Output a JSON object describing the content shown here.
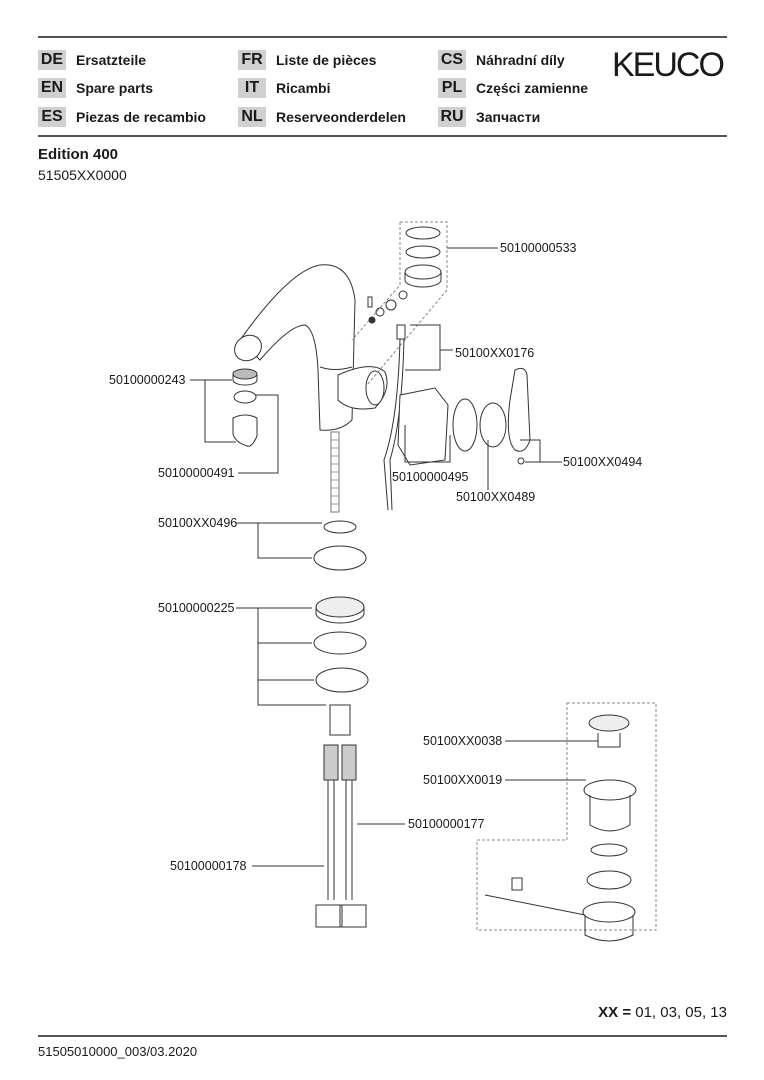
{
  "header": {
    "languages": [
      {
        "code": "DE",
        "label": "Ersatzteile"
      },
      {
        "code": "EN",
        "label": "Spare parts"
      },
      {
        "code": "ES",
        "label": "Piezas de recambio"
      },
      {
        "code": "FR",
        "label": "Liste de pièces"
      },
      {
        "code": "IT",
        "label": "Ricambi"
      },
      {
        "code": "NL",
        "label": "Reserveonderdelen"
      },
      {
        "code": "CS",
        "label": "Náhradní díly"
      },
      {
        "code": "PL",
        "label": "Części zamienne"
      },
      {
        "code": "RU",
        "label": "Запчасти"
      }
    ],
    "logo": "KEUCO"
  },
  "product": {
    "title": "Edition 400",
    "number": "51505XX0000"
  },
  "parts": {
    "p533": "50100000533",
    "p0176": "50100XX0176",
    "p243": "50100000243",
    "p491": "50100000491",
    "p495": "50100000495",
    "p0494": "50100XX0494",
    "p0489": "50100XX0489",
    "p0496": "50100XX0496",
    "p225": "50100000225",
    "p0038": "50100XX0038",
    "p0019": "50100XX0019",
    "p177": "50100000177",
    "p178": "50100000178"
  },
  "variants": {
    "key": "XX =",
    "values": "01, 03, 05, 13"
  },
  "footer": {
    "doc_id": "51505010000_003/03.2020"
  }
}
